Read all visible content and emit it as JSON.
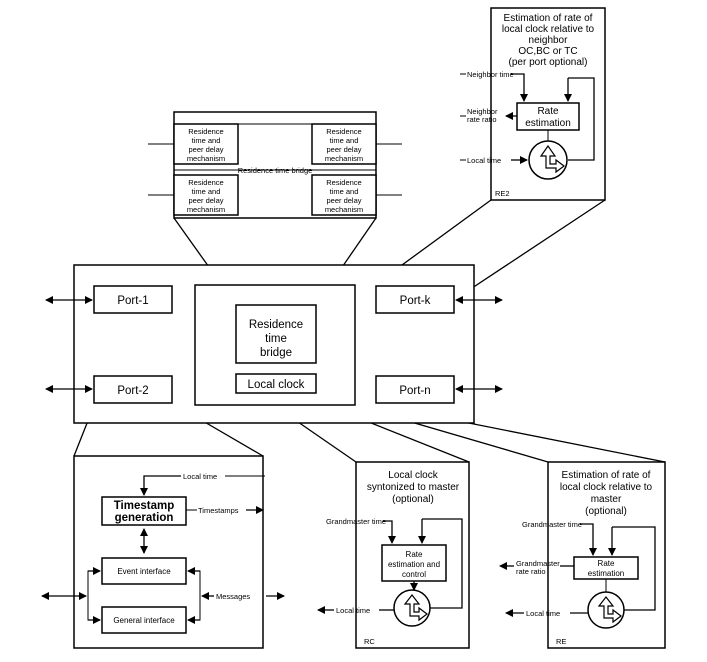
{
  "main": {
    "port1": "Port-1",
    "port2": "Port-2",
    "portk": "Port-k",
    "portn": "Port-n",
    "rtb_line1": "Residence",
    "rtb_line2": "time",
    "rtb_line3": "bridge",
    "local_clock": "Local clock"
  },
  "rtb_detail": {
    "mech_line1": "Residence",
    "mech_line2": "time and",
    "mech_line3": "peer delay",
    "mech_line4": "mechanism",
    "bridge_label": "Residence time bridge"
  },
  "re2": {
    "title1": "Estimation of rate of",
    "title2": "local clock relative to",
    "title3": "neighbor",
    "title4": "OC,BC or TC",
    "title5": "(per port optional)",
    "neighbor_time": "Neighbor time",
    "neighbor_rate1": "Neighbor",
    "neighbor_rate2": "rate ratio",
    "rate1": "Rate",
    "rate2": "estimation",
    "local_time": "Local time",
    "tag": "RE2"
  },
  "port_detail": {
    "local_time": "Local time",
    "ts1": "Timestamp",
    "ts2": "generation",
    "timestamps": "Timestamps",
    "event_if": "Event interface",
    "general_if": "General interface",
    "messages": "Messages"
  },
  "rc": {
    "title1": "Local clock",
    "title2": "syntonized to master",
    "title3": "(optional)",
    "gm_time": "Grandmaster time",
    "rate1": "Rate",
    "rate2": "estimation and",
    "rate3": "control",
    "local_time": "Local time",
    "tag": "RC"
  },
  "re": {
    "title1": "Estimation of rate of",
    "title2": "local clock relative to",
    "title3": "master",
    "title4": "(optional)",
    "gm_time": "Grandmaster time",
    "gm_rate1": "Grandmaster",
    "gm_rate2": "rate ratio",
    "rate1": "Rate",
    "rate2": "estimation",
    "local_time": "Local time",
    "tag": "RE"
  }
}
